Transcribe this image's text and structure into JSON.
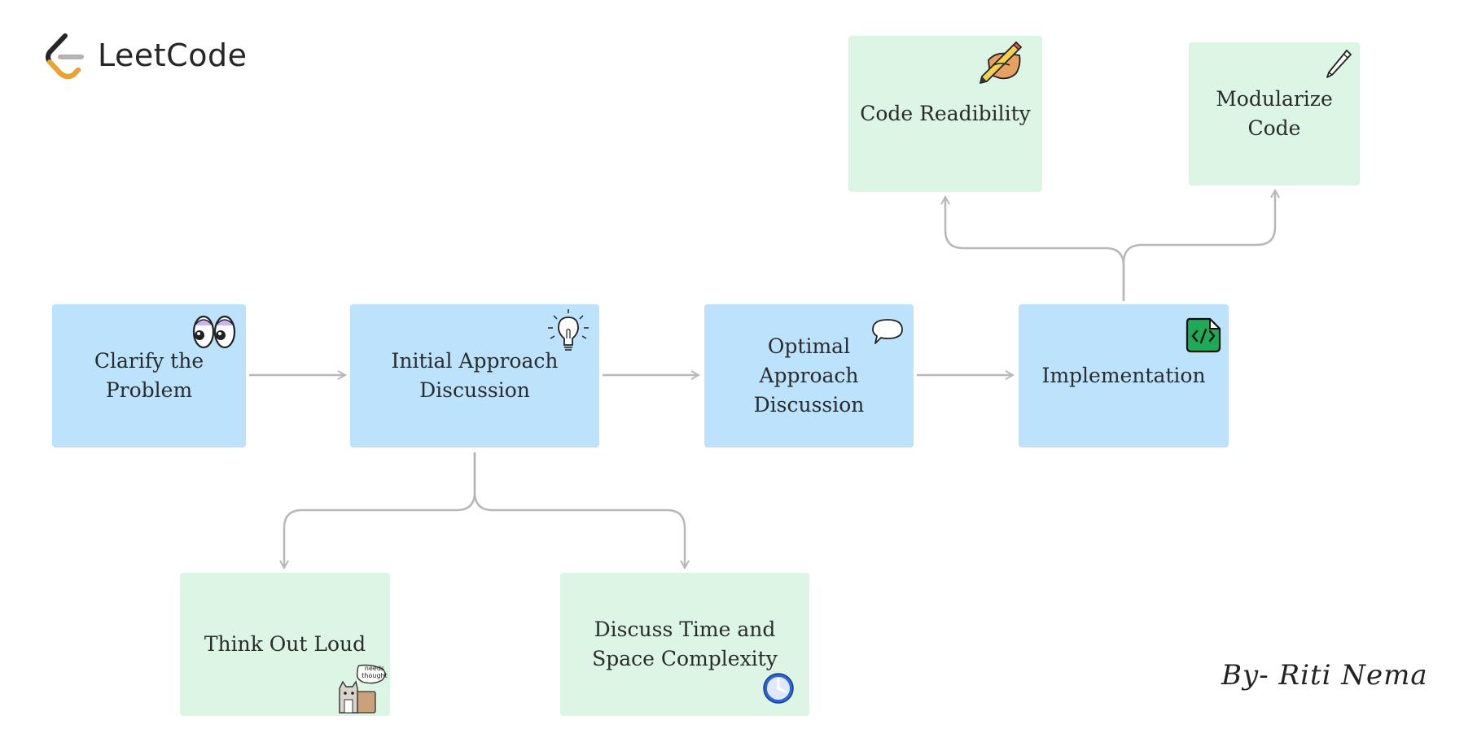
{
  "brand": {
    "name": "LeetCode",
    "colors": {
      "orange": "#f0a12b",
      "gray": "#b3b3b3",
      "dark": "#262626"
    }
  },
  "colors": {
    "blue_box": "#bde3fc",
    "green_box": "#dcf5e4",
    "connector": "#b8b8b8"
  },
  "steps": {
    "clarify": {
      "label": "Clarify the Problem",
      "icon": "eyes-icon"
    },
    "initial": {
      "label": "Initial Approach Discussion",
      "icon": "lightbulb-icon"
    },
    "optimal": {
      "label": "Optimal Approach Discussion",
      "icon": "speech-bubble-icon"
    },
    "implementation": {
      "label": "Implementation",
      "icon": "code-file-icon"
    }
  },
  "substeps": {
    "think": {
      "label": "Think Out Loud",
      "icon": "thinking-cat-icon",
      "icon_text": "needs thought"
    },
    "complexity": {
      "label": "Discuss Time and Space Complexity",
      "icon": "clock-icon"
    },
    "readability": {
      "label": "Code Readibility",
      "icon": "pencil-hand-icon"
    },
    "modularize": {
      "label": "Modularize Code",
      "icon": "pen-icon"
    }
  },
  "signature": "By- Riti Nema"
}
